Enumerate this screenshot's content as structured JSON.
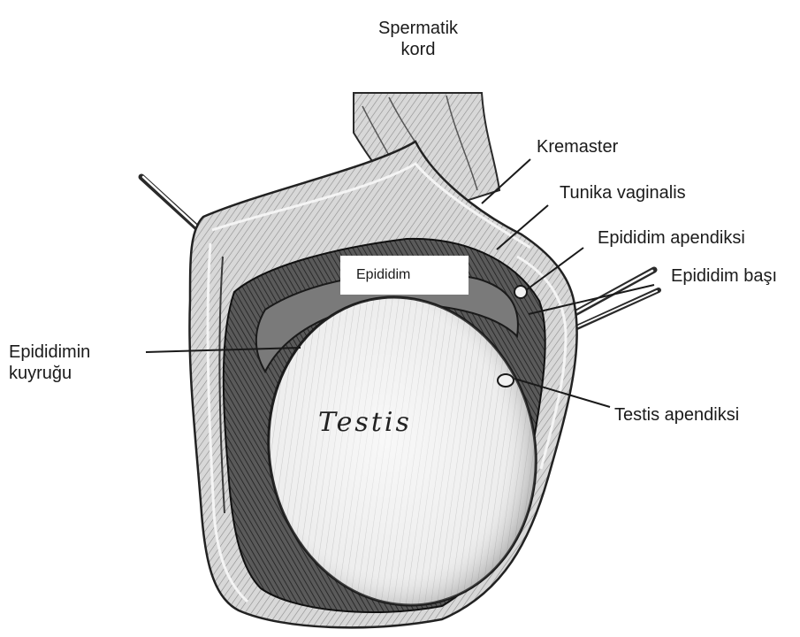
{
  "labels": {
    "spermatik_kord_line1": "Spermatik",
    "spermatik_kord_line2": "kord",
    "kremaster": "Kremaster",
    "tunika_vaginalis": "Tunika vaginalis",
    "epididim_apendiksi": "Epididim apendiksi",
    "epididim_basi": "Epididim başı",
    "epididim": "Epididim",
    "epididimin_kuyrugu_line1": "Epididimin",
    "epididimin_kuyrugu_line2": "kuyruğu",
    "testis_apendiksi": "Testis apendiksi",
    "testis": "Testis"
  },
  "colors": {
    "ink": "#1a1a1a",
    "background": "#ffffff",
    "tissue_light": "#e4e4e4",
    "tissue_mid": "#9a9a9a",
    "tissue_dark": "#2a2a2a"
  }
}
